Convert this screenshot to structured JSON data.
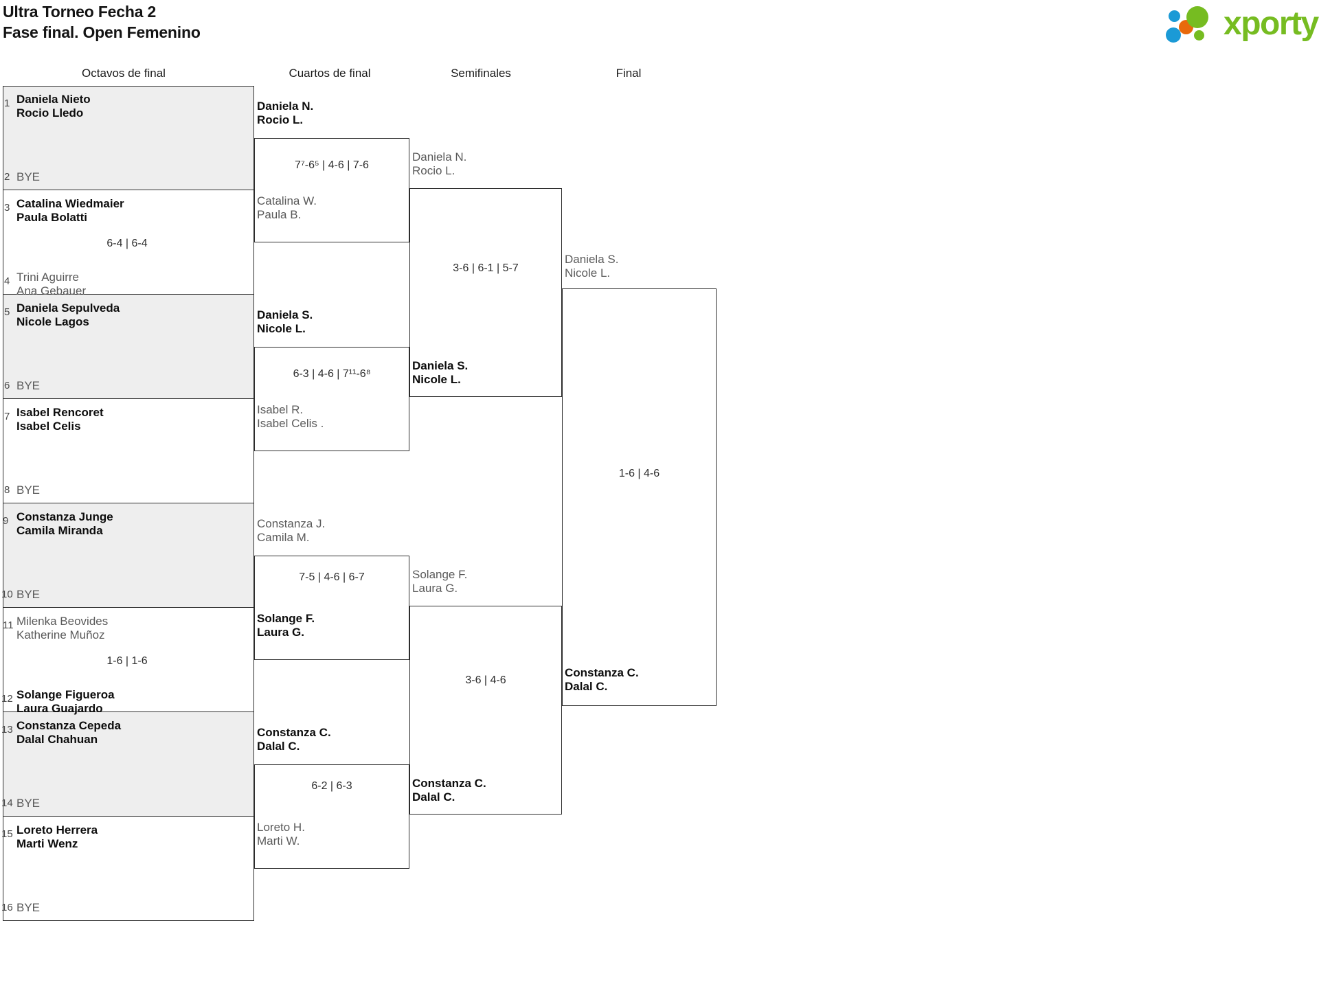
{
  "header": {
    "title_line1": "Ultra Torneo Fecha 2",
    "title_line2": "Fase final. Open Femenino",
    "logo_text": "xporty",
    "logo_colors": {
      "green": "#76bc21",
      "blue": "#1b9ad6",
      "orange": "#e8690b"
    }
  },
  "rounds": [
    {
      "key": "r16",
      "label": "Octavos de final"
    },
    {
      "key": "qf",
      "label": "Cuartos de final"
    },
    {
      "key": "sf",
      "label": "Semifinales"
    },
    {
      "key": "f",
      "label": "Final"
    }
  ],
  "round_of_16": {
    "seeds": [
      "1",
      "2",
      "3",
      "4",
      "5",
      "6",
      "7",
      "8",
      "9",
      "10",
      "11",
      "12",
      "13",
      "14",
      "15",
      "16"
    ],
    "entries": [
      {
        "seed": "1",
        "line1": "Daniela Nieto",
        "line2": "Rocio Lledo",
        "status": "winner",
        "shaded": true
      },
      {
        "seed": "2",
        "line1": "BYE",
        "line2": "",
        "status": "loser",
        "shaded": true
      },
      {
        "seed": "3",
        "line1": "Catalina Wiedmaier",
        "line2": "Paula Bolatti",
        "status": "winner",
        "shaded": false
      },
      {
        "seed": "4",
        "line1": "Trini Aguirre",
        "line2": "Ana Gebauer",
        "status": "loser",
        "shaded": false
      },
      {
        "seed": "5",
        "line1": "Daniela Sepulveda",
        "line2": "Nicole Lagos",
        "status": "winner",
        "shaded": true
      },
      {
        "seed": "6",
        "line1": "BYE",
        "line2": "",
        "status": "loser",
        "shaded": true
      },
      {
        "seed": "7",
        "line1": "Isabel Rencoret",
        "line2": "Isabel Celis",
        "status": "winner",
        "shaded": false
      },
      {
        "seed": "8",
        "line1": "BYE",
        "line2": "",
        "status": "loser",
        "shaded": false
      },
      {
        "seed": "9",
        "line1": "Constanza Junge",
        "line2": "Camila Miranda",
        "status": "winner",
        "shaded": true
      },
      {
        "seed": "10",
        "line1": "BYE",
        "line2": "",
        "status": "loser",
        "shaded": true
      },
      {
        "seed": "11",
        "line1": "Milenka Beovides",
        "line2": "Katherine Muñoz",
        "status": "loser",
        "shaded": false
      },
      {
        "seed": "12",
        "line1": "Solange Figueroa",
        "line2": "Laura Guajardo",
        "status": "winner",
        "shaded": false
      },
      {
        "seed": "13",
        "line1": "Constanza Cepeda",
        "line2": "Dalal Chahuan",
        "status": "winner",
        "shaded": true
      },
      {
        "seed": "14",
        "line1": "BYE",
        "line2": "",
        "status": "loser",
        "shaded": true
      },
      {
        "seed": "15",
        "line1": "Loreto Herrera",
        "line2": "Marti Wenz",
        "status": "winner",
        "shaded": false
      },
      {
        "seed": "16",
        "line1": "BYE",
        "line2": "",
        "status": "loser",
        "shaded": false
      }
    ],
    "match_scores": [
      {
        "index": 1,
        "score": "",
        "sets": []
      },
      {
        "index": 2,
        "score": "6-4 | 6-4",
        "sets": [
          "6-4",
          "6-4"
        ]
      },
      {
        "index": 3,
        "score": "",
        "sets": []
      },
      {
        "index": 4,
        "score": "",
        "sets": []
      },
      {
        "index": 5,
        "score": "",
        "sets": []
      },
      {
        "index": 6,
        "score": "1-6 | 1-6",
        "sets": [
          "1-6",
          "1-6"
        ]
      },
      {
        "index": 7,
        "score": "",
        "sets": []
      },
      {
        "index": 8,
        "score": "",
        "sets": []
      }
    ]
  },
  "quarterfinals": [
    {
      "top": {
        "line1": "Daniela N.",
        "line2": "Rocio L.",
        "status": "winner"
      },
      "bottom": {
        "line1": "Catalina W.",
        "line2": "Paula B.",
        "status": "loser"
      },
      "score_parts": [
        {
          "main": "7",
          "sup": "7"
        },
        {
          "main": "-6"
        },
        {
          "main": "",
          "sup": "5"
        },
        {
          "main": " | 4-6 | 7-6"
        }
      ],
      "score_plain": "7⁷-6⁵ | 4-6 | 7-6"
    },
    {
      "top": {
        "line1": "Daniela S.",
        "line2": "Nicole L.",
        "status": "winner"
      },
      "bottom": {
        "line1": "Isabel R.",
        "line2": "Isabel Celis .",
        "status": "loser"
      },
      "score_plain": "6-3 | 4-6 | 7¹¹-6⁸"
    },
    {
      "top": {
        "line1": "Constanza J.",
        "line2": "Camila M.",
        "status": "loser"
      },
      "bottom": {
        "line1": "Solange F.",
        "line2": "Laura G.",
        "status": "winner"
      },
      "score_plain": "7-5 | 4-6 | 6-7"
    },
    {
      "top": {
        "line1": "Constanza C.",
        "line2": "Dalal C.",
        "status": "winner"
      },
      "bottom": {
        "line1": "Loreto H.",
        "line2": "Marti W.",
        "status": "loser"
      },
      "score_plain": "6-2 | 6-3"
    }
  ],
  "semifinals": [
    {
      "top": {
        "line1": "Daniela N.",
        "line2": "Rocio L.",
        "status": "loser"
      },
      "bottom": {
        "line1": "Daniela S.",
        "line2": "Nicole L.",
        "status": "winner"
      },
      "score_plain": "3-6 | 6-1 | 5-7"
    },
    {
      "top": {
        "line1": "Solange F.",
        "line2": "Laura G.",
        "status": "loser"
      },
      "bottom": {
        "line1": "Constanza C.",
        "line2": "Dalal C.",
        "status": "winner"
      },
      "score_plain": "3-6 | 4-6"
    }
  ],
  "final": {
    "top": {
      "line1": "Daniela S.",
      "line2": "Nicole L.",
      "status": "loser"
    },
    "bottom": {
      "line1": "Constanza C.",
      "line2": "Dalal C.",
      "status": "winner"
    },
    "score_plain": "1-6 | 4-6"
  }
}
